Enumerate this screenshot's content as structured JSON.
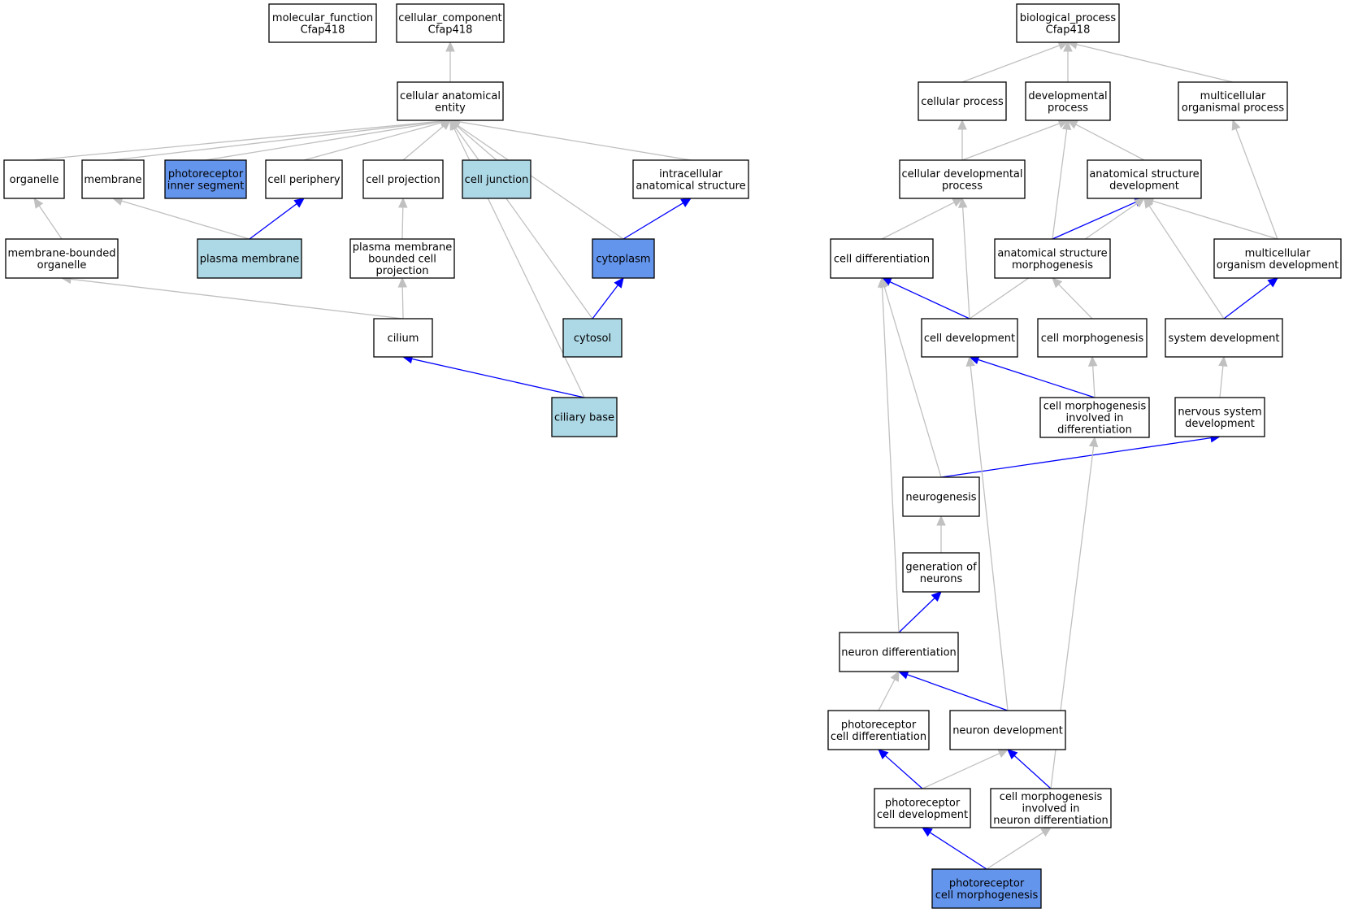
{
  "colors": {
    "default_fill": "#ffffff",
    "light_fill": "#add8e6",
    "dark_fill": "#6495ed",
    "grey_edge": "#c0c0c0",
    "blue_edge": "#0000ff",
    "border": "#000000"
  },
  "nodes": [
    {
      "id": "mf_root",
      "lines": [
        "molecular_function",
        "Cfap418"
      ],
      "fill": "white"
    },
    {
      "id": "cc_root",
      "lines": [
        "cellular_component",
        "Cfap418"
      ],
      "fill": "white"
    },
    {
      "id": "cae",
      "lines": [
        "cellular anatomical",
        "entity"
      ],
      "fill": "white"
    },
    {
      "id": "organelle",
      "lines": [
        "organelle"
      ],
      "fill": "white"
    },
    {
      "id": "membrane",
      "lines": [
        "membrane"
      ],
      "fill": "white"
    },
    {
      "id": "pis",
      "lines": [
        "photoreceptor",
        "inner segment"
      ],
      "fill": "dark"
    },
    {
      "id": "cellper",
      "lines": [
        "cell periphery"
      ],
      "fill": "white"
    },
    {
      "id": "cellproj",
      "lines": [
        "cell projection"
      ],
      "fill": "white"
    },
    {
      "id": "celljunc",
      "lines": [
        "cell junction"
      ],
      "fill": "light"
    },
    {
      "id": "intra",
      "lines": [
        "intracellular",
        "anatomical structure"
      ],
      "fill": "white"
    },
    {
      "id": "mbo",
      "lines": [
        "membrane-bounded",
        "organelle"
      ],
      "fill": "white"
    },
    {
      "id": "pm",
      "lines": [
        "plasma membrane"
      ],
      "fill": "light"
    },
    {
      "id": "pmbcp",
      "lines": [
        "plasma membrane",
        "bounded cell",
        "projection"
      ],
      "fill": "white"
    },
    {
      "id": "cytoplasm",
      "lines": [
        "cytoplasm"
      ],
      "fill": "dark"
    },
    {
      "id": "cilium",
      "lines": [
        "cilium"
      ],
      "fill": "white"
    },
    {
      "id": "cytosol",
      "lines": [
        "cytosol"
      ],
      "fill": "light"
    },
    {
      "id": "cilbase",
      "lines": [
        "ciliary base"
      ],
      "fill": "light"
    },
    {
      "id": "bp_root",
      "lines": [
        "biological_process",
        "Cfap418"
      ],
      "fill": "white"
    },
    {
      "id": "cellproc",
      "lines": [
        "cellular process"
      ],
      "fill": "white"
    },
    {
      "id": "devproc",
      "lines": [
        "developmental",
        "process"
      ],
      "fill": "white"
    },
    {
      "id": "multiproc",
      "lines": [
        "multicellular",
        "organismal process"
      ],
      "fill": "white"
    },
    {
      "id": "celldevproc",
      "lines": [
        "cellular developmental",
        "process"
      ],
      "fill": "white"
    },
    {
      "id": "asd",
      "lines": [
        "anatomical structure",
        "development"
      ],
      "fill": "white"
    },
    {
      "id": "celldiff",
      "lines": [
        "cell differentiation"
      ],
      "fill": "white"
    },
    {
      "id": "asm",
      "lines": [
        "anatomical structure",
        "morphogenesis"
      ],
      "fill": "white"
    },
    {
      "id": "mod",
      "lines": [
        "multicellular",
        "organism development"
      ],
      "fill": "white"
    },
    {
      "id": "celldev",
      "lines": [
        "cell development"
      ],
      "fill": "white"
    },
    {
      "id": "cellmorph",
      "lines": [
        "cell morphogenesis"
      ],
      "fill": "white"
    },
    {
      "id": "sysdev",
      "lines": [
        "system development"
      ],
      "fill": "white"
    },
    {
      "id": "cmid",
      "lines": [
        "cell morphogenesis",
        "involved in",
        "differentiation"
      ],
      "fill": "white"
    },
    {
      "id": "nsd",
      "lines": [
        "nervous system",
        "development"
      ],
      "fill": "white"
    },
    {
      "id": "neurogenesis",
      "lines": [
        "neurogenesis"
      ],
      "fill": "white"
    },
    {
      "id": "genneur",
      "lines": [
        "generation of",
        "neurons"
      ],
      "fill": "white"
    },
    {
      "id": "neurdiff",
      "lines": [
        "neuron differentiation"
      ],
      "fill": "white"
    },
    {
      "id": "pcdiff",
      "lines": [
        "photoreceptor",
        "cell differentiation"
      ],
      "fill": "white"
    },
    {
      "id": "neurdev",
      "lines": [
        "neuron development"
      ],
      "fill": "white"
    },
    {
      "id": "pcdev",
      "lines": [
        "photoreceptor",
        "cell development"
      ],
      "fill": "white"
    },
    {
      "id": "cmind",
      "lines": [
        "cell morphogenesis",
        "involved in",
        "neuron differentiation"
      ],
      "fill": "white"
    },
    {
      "id": "pcmorph",
      "lines": [
        "photoreceptor",
        "cell morphogenesis"
      ],
      "fill": "dark"
    }
  ],
  "edges": [
    {
      "from": "cae",
      "to": "cc_root",
      "color": "grey"
    },
    {
      "from": "organelle",
      "to": "cae",
      "color": "grey"
    },
    {
      "from": "membrane",
      "to": "cae",
      "color": "grey"
    },
    {
      "from": "pis",
      "to": "cae",
      "color": "grey"
    },
    {
      "from": "cellper",
      "to": "cae",
      "color": "grey"
    },
    {
      "from": "cellproj",
      "to": "cae",
      "color": "grey"
    },
    {
      "from": "celljunc",
      "to": "cae",
      "color": "grey"
    },
    {
      "from": "intra",
      "to": "cae",
      "color": "grey"
    },
    {
      "from": "cytoplasm",
      "to": "cae",
      "color": "grey"
    },
    {
      "from": "cytosol",
      "to": "cae",
      "color": "grey"
    },
    {
      "from": "cilbase",
      "to": "cae",
      "color": "grey"
    },
    {
      "from": "mbo",
      "to": "organelle",
      "color": "grey"
    },
    {
      "from": "pm",
      "to": "membrane",
      "color": "grey"
    },
    {
      "from": "pm",
      "to": "cellper",
      "color": "blue"
    },
    {
      "from": "pmbcp",
      "to": "cellproj",
      "color": "grey"
    },
    {
      "from": "cytoplasm",
      "to": "intra",
      "color": "blue"
    },
    {
      "from": "cilium",
      "to": "mbo",
      "color": "grey"
    },
    {
      "from": "cilium",
      "to": "pmbcp",
      "color": "grey"
    },
    {
      "from": "cytosol",
      "to": "cytoplasm",
      "color": "blue"
    },
    {
      "from": "cilbase",
      "to": "cilium",
      "color": "blue"
    },
    {
      "from": "cellproc",
      "to": "bp_root",
      "color": "grey"
    },
    {
      "from": "devproc",
      "to": "bp_root",
      "color": "grey"
    },
    {
      "from": "multiproc",
      "to": "bp_root",
      "color": "grey"
    },
    {
      "from": "celldevproc",
      "to": "cellproc",
      "color": "grey"
    },
    {
      "from": "celldevproc",
      "to": "devproc",
      "color": "grey"
    },
    {
      "from": "asd",
      "to": "devproc",
      "color": "grey"
    },
    {
      "from": "asm",
      "to": "devproc",
      "color": "grey"
    },
    {
      "from": "celldiff",
      "to": "celldevproc",
      "color": "grey"
    },
    {
      "from": "celldev",
      "to": "celldevproc",
      "color": "grey"
    },
    {
      "from": "asm",
      "to": "asd",
      "color": "blue"
    },
    {
      "from": "celldev",
      "to": "asd",
      "color": "grey"
    },
    {
      "from": "mod",
      "to": "asd",
      "color": "grey"
    },
    {
      "from": "sysdev",
      "to": "asd",
      "color": "grey"
    },
    {
      "from": "mod",
      "to": "multiproc",
      "color": "grey"
    },
    {
      "from": "celldev",
      "to": "celldiff",
      "color": "blue"
    },
    {
      "from": "cellmorph",
      "to": "asm",
      "color": "grey"
    },
    {
      "from": "sysdev",
      "to": "mod",
      "color": "blue"
    },
    {
      "from": "cmid",
      "to": "celldev",
      "color": "blue"
    },
    {
      "from": "cmid",
      "to": "cellmorph",
      "color": "grey"
    },
    {
      "from": "nsd",
      "to": "sysdev",
      "color": "grey"
    },
    {
      "from": "neurogenesis",
      "to": "celldiff",
      "color": "grey"
    },
    {
      "from": "neurogenesis",
      "to": "nsd",
      "color": "blue"
    },
    {
      "from": "genneur",
      "to": "neurogenesis",
      "color": "grey"
    },
    {
      "from": "neurdiff",
      "to": "genneur",
      "color": "blue"
    },
    {
      "from": "neurdiff",
      "to": "celldiff",
      "color": "grey"
    },
    {
      "from": "pcdiff",
      "to": "neurdiff",
      "color": "grey"
    },
    {
      "from": "neurdev",
      "to": "neurdiff",
      "color": "blue"
    },
    {
      "from": "neurdev",
      "to": "celldev",
      "color": "grey"
    },
    {
      "from": "pcdev",
      "to": "pcdiff",
      "color": "blue"
    },
    {
      "from": "pcdev",
      "to": "neurdev",
      "color": "grey"
    },
    {
      "from": "cmind",
      "to": "neurdev",
      "color": "blue"
    },
    {
      "from": "cmind",
      "to": "cmid",
      "color": "grey"
    },
    {
      "from": "pcmorph",
      "to": "pcdev",
      "color": "blue"
    },
    {
      "from": "pcmorph",
      "to": "cmind",
      "color": "grey"
    }
  ]
}
